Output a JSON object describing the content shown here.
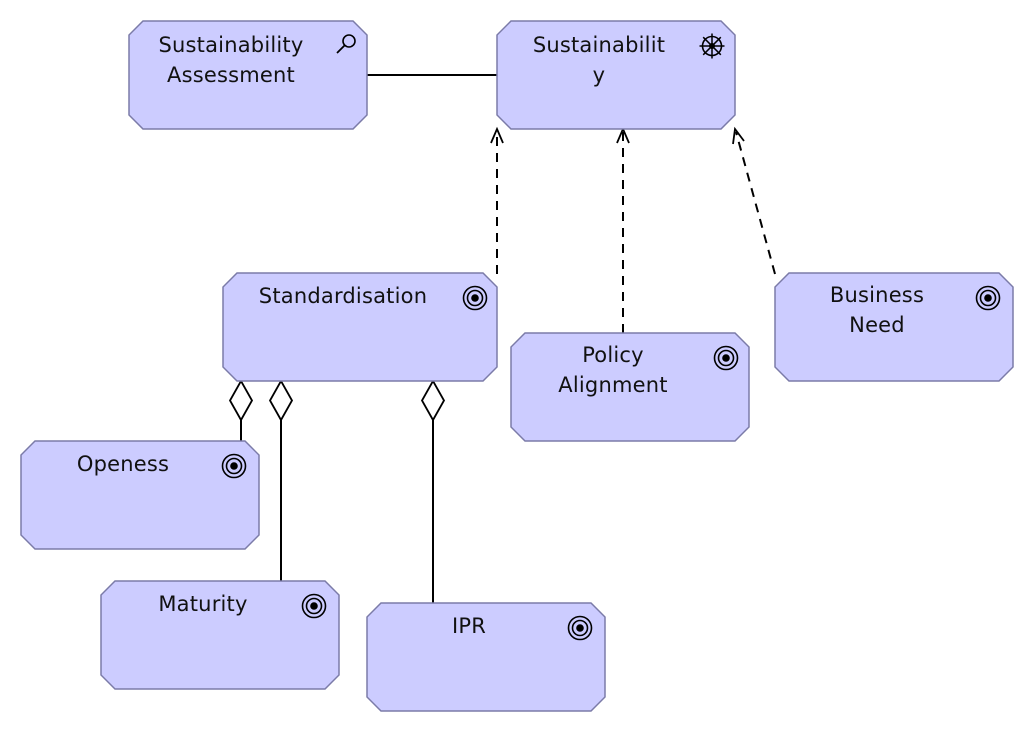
{
  "diagram": {
    "colors": {
      "fill": "#ccccff",
      "stroke": "#7b7ba8",
      "line": "#000000"
    },
    "elements": {
      "sustainability_assessment": {
        "label": "Sustainability\nAssessment",
        "icon": "assessment-icon"
      },
      "sustainability": {
        "label": "Sustainabilit\ny",
        "icon": "driver-icon"
      },
      "standardisation": {
        "label": "Standardisation",
        "icon": "goal-icon"
      },
      "policy_alignment": {
        "label": "Policy\nAlignment",
        "icon": "goal-icon"
      },
      "business_need": {
        "label": "Business\nNeed",
        "icon": "goal-icon"
      },
      "openess": {
        "label": "Openess",
        "icon": "goal-icon"
      },
      "maturity": {
        "label": "Maturity",
        "icon": "goal-icon"
      },
      "ipr": {
        "label": "IPR",
        "icon": "goal-icon"
      }
    },
    "relations": [
      {
        "type": "association",
        "from": "sustainability_assessment",
        "to": "sustainability"
      },
      {
        "type": "influence",
        "from": "standardisation",
        "to": "sustainability"
      },
      {
        "type": "influence",
        "from": "policy_alignment",
        "to": "sustainability"
      },
      {
        "type": "influence",
        "from": "business_need",
        "to": "sustainability"
      },
      {
        "type": "aggregation",
        "from": "standardisation",
        "to": "openess"
      },
      {
        "type": "aggregation",
        "from": "standardisation",
        "to": "maturity"
      },
      {
        "type": "aggregation",
        "from": "standardisation",
        "to": "ipr"
      }
    ]
  }
}
